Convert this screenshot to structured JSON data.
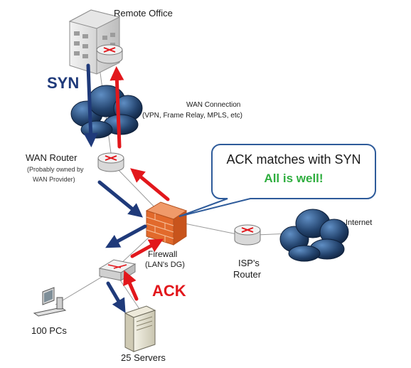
{
  "labels": {
    "remote_office": "Remote Office",
    "wan_connection_title": "WAN Connection",
    "wan_connection_sub": "(VPN, Frame Relay, MPLS, etc)",
    "wan_router": "WAN Router",
    "wan_router_note1": "(Probably owned by",
    "wan_router_note2": "WAN Provider)",
    "firewall": "Firewall",
    "firewall_note": "(LAN's DG)",
    "isp_router1": "ISP's",
    "isp_router2": "Router",
    "internet": "Internet",
    "pcs": "100 PCs",
    "servers": "25 Servers"
  },
  "packets": {
    "syn": "SYN",
    "ack": "ACK"
  },
  "callout": {
    "line1": "ACK matches with SYN",
    "line2": "All is well!"
  },
  "colors": {
    "syn_arrow": "#1f3a7a",
    "ack_arrow": "#e2171c",
    "success_text": "#2fae3f",
    "callout_border": "#2e5b9a"
  }
}
